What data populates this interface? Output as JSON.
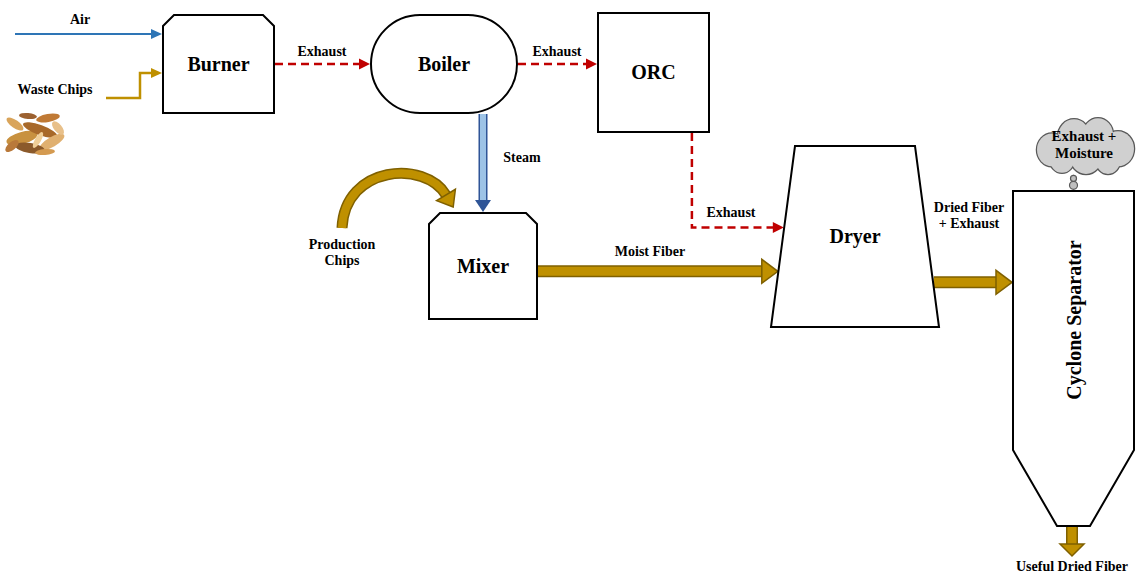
{
  "diagram": {
    "nodes": [
      {
        "text": [
          "Burner"
        ]
      },
      {
        "text": [
          "Boiler"
        ]
      },
      {
        "text": [
          "ORC"
        ]
      },
      {
        "text": [
          "Mixer"
        ]
      },
      {
        "text": [
          "Dryer"
        ]
      },
      {
        "text": [
          "Exhaust + Moisture"
        ]
      },
      {
        "text": [
          "Cyclone Separator"
        ]
      }
    ],
    "edges": [
      {
        "from": 0,
        "to": 1,
        "arrow": "to",
        "label": "Exhaust"
      },
      {
        "from": 1,
        "to": 2,
        "arrow": "to",
        "label": "Exhaust"
      },
      {
        "from": 1,
        "to": 3,
        "arrow": "to",
        "label": "Steam"
      },
      {
        "from": 2,
        "to": 4,
        "arrow": "to",
        "label": "Exhaust"
      },
      {
        "from": 3,
        "to": 4,
        "arrow": "to",
        "label": "Moist Fiber"
      },
      {
        "from": 4,
        "to": 6,
        "arrow": "to",
        "label": "Dried Fiber + Exhaust"
      },
      {
        "from": 6,
        "to": 5,
        "arrow": "none"
      }
    ],
    "labels": [
      "Air",
      "Waste Chips",
      "Production Chips",
      "Useful Dried Fiber"
    ]
  }
}
